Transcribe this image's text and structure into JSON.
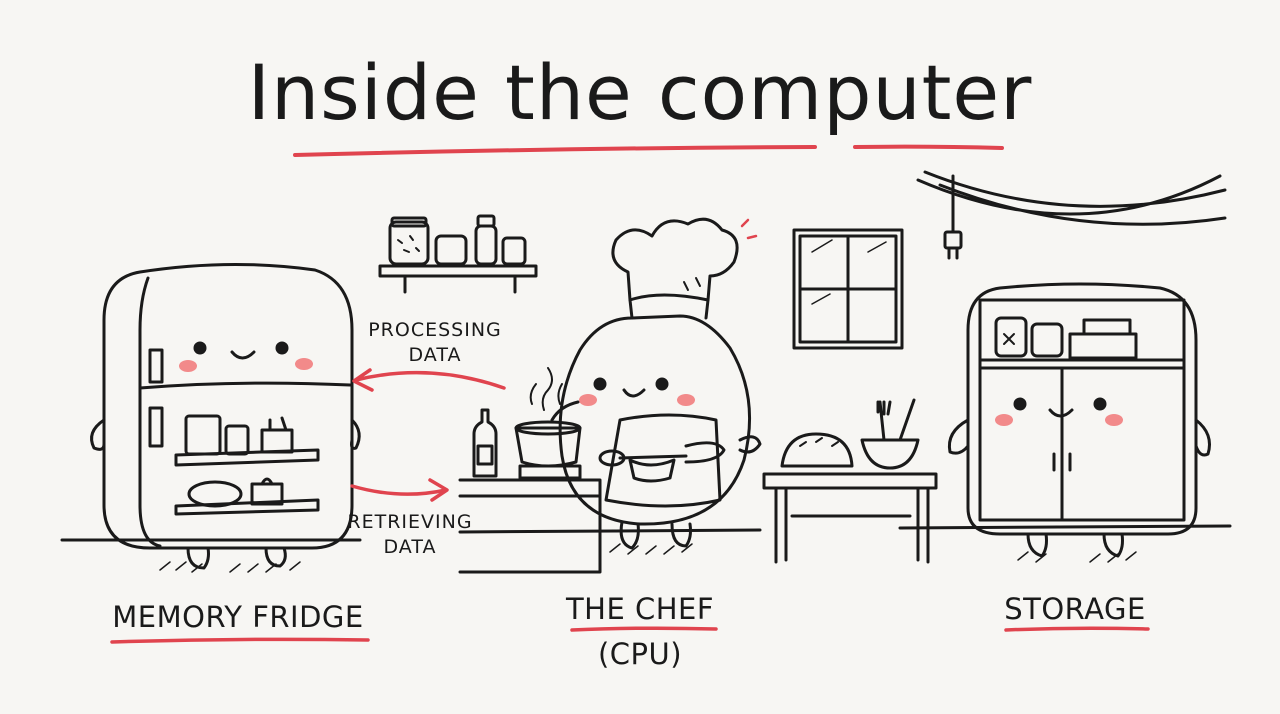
{
  "title": "Inside the computer",
  "components": [
    {
      "label": "MEMORY FRIDGE"
    },
    {
      "label": "THE CHEF",
      "sublabel": "(CPU)"
    },
    {
      "label": "STORAGE"
    }
  ],
  "arrows": [
    {
      "label": "PROCESSING DATA",
      "line1": "PROCESSING",
      "line2": "DATA",
      "direction": "chef-to-fridge"
    },
    {
      "label": "RETRIEVING DATA",
      "line1": "RETRIEVING",
      "line2": "DATA",
      "direction": "fridge-to-chef"
    }
  ],
  "colors": {
    "ink": "#1a1a1a",
    "accent": "#e0444e",
    "blush": "#f28a8a",
    "background": "#f7f6f3"
  }
}
